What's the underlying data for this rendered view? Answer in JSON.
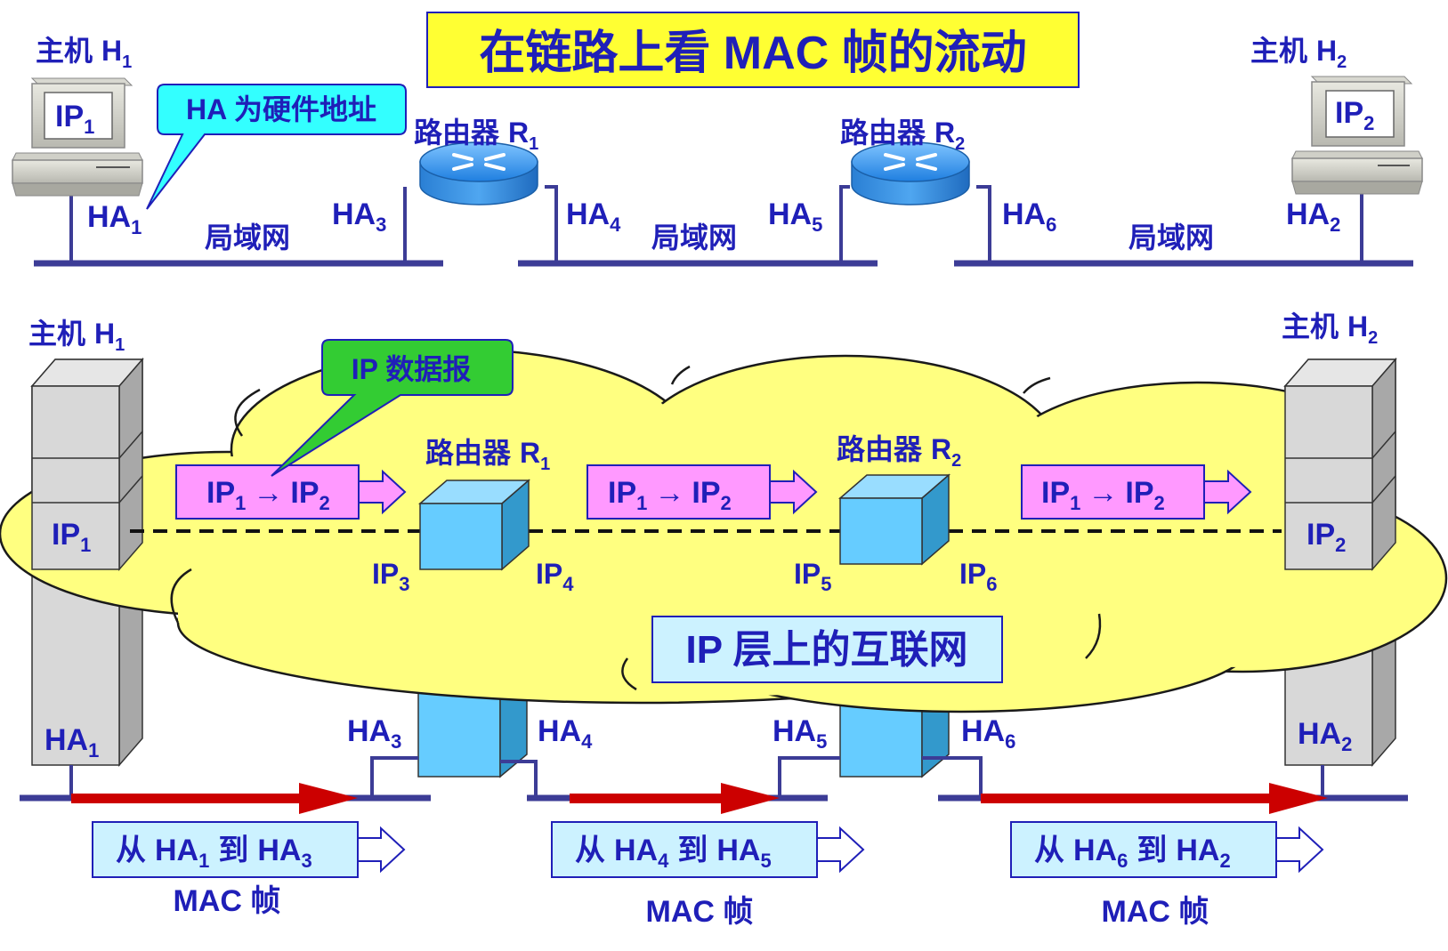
{
  "title": "在链路上看 MAC 帧的流动",
  "colors": {
    "text": "#1f1fb8",
    "link_line": "#3c3c96",
    "title_bg": "#ffff33",
    "cloud": "#ffff80",
    "router_top": "#3399ff",
    "box_blue": "#66ccff",
    "ip_datagram_bg": "#ff99ff",
    "mac_frame_bg": "#ccf2ff",
    "red_arrow": "#cc0000",
    "callout_cyan": "#33ffff",
    "callout_green": "#33cc33"
  },
  "top": {
    "host1": {
      "label": "主机",
      "name": "H",
      "sub": "1",
      "ip": "IP",
      "ip_sub": "1",
      "ha": "HA",
      "ha_sub": "1"
    },
    "host2": {
      "label": "主机",
      "name": "H",
      "sub": "2",
      "ip": "IP",
      "ip_sub": "2",
      "ha": "HA",
      "ha_sub": "2"
    },
    "router1": {
      "label": "路由器",
      "name": "R",
      "sub": "1",
      "ha_left": "HA",
      "ha_left_sub": "3",
      "ha_right": "HA",
      "ha_right_sub": "4"
    },
    "router2": {
      "label": "路由器",
      "name": "R",
      "sub": "2",
      "ha_left": "HA",
      "ha_left_sub": "5",
      "ha_right": "HA",
      "ha_right_sub": "6"
    },
    "lan_label": "局域网",
    "callout": "HA 为硬件地址"
  },
  "bottom": {
    "host1": {
      "label": "主机",
      "name": "H",
      "sub": "1",
      "ip": "IP",
      "ip_sub": "1",
      "ha": "HA",
      "ha_sub": "1"
    },
    "host2": {
      "label": "主机",
      "name": "H",
      "sub": "2",
      "ip": "IP",
      "ip_sub": "2",
      "ha": "HA",
      "ha_sub": "2"
    },
    "router1": {
      "label": "路由器",
      "name": "R",
      "sub": "1",
      "ip_left": "IP",
      "ip_left_sub": "3",
      "ip_right": "IP",
      "ip_right_sub": "4",
      "ha_left": "HA",
      "ha_left_sub": "3",
      "ha_right": "HA",
      "ha_right_sub": "4"
    },
    "router2": {
      "label": "路由器",
      "name": "R",
      "sub": "2",
      "ip_left": "IP",
      "ip_left_sub": "5",
      "ip_right": "IP",
      "ip_right_sub": "6",
      "ha_left": "HA",
      "ha_left_sub": "5",
      "ha_right": "HA",
      "ha_right_sub": "6"
    },
    "callout": "IP 数据报",
    "cloud_label": "IP 层上的互联网",
    "datagram": {
      "from": "IP",
      "from_sub": "1",
      "arrow": "→",
      "to": "IP",
      "to_sub": "2"
    },
    "frames": [
      {
        "prefix": "从",
        "from": "HA",
        "from_sub": "1",
        "mid": "到",
        "to": "HA",
        "to_sub": "3"
      },
      {
        "prefix": "从",
        "from": "HA",
        "from_sub": "4",
        "mid": "到",
        "to": "HA",
        "to_sub": "5"
      },
      {
        "prefix": "从",
        "from": "HA",
        "from_sub": "6",
        "mid": "到",
        "to": "HA",
        "to_sub": "2"
      }
    ],
    "frame_label": "MAC 帧"
  }
}
